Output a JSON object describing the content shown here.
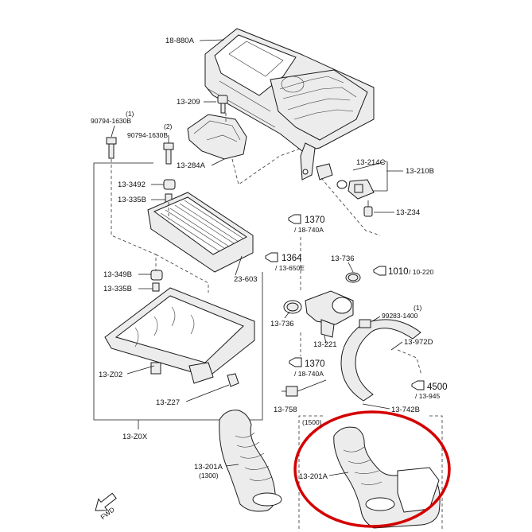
{
  "labels": {
    "p18880a": "18-880A",
    "p13209": "13-209",
    "p90794_1_qty": "(1)",
    "p90794_1": "90794-1630B",
    "p90794_2_qty": "(2)",
    "p90794_2": "90794-1630B",
    "p13284a": "13-284A",
    "p13214c": "13-214C",
    "p13210b": "13-210B",
    "p13z34": "13-Z34",
    "p133492": "13-3492",
    "p13335b_a": "13-335B",
    "ref1370a": "1370",
    "ref18740a_a": "/ 18-740A",
    "ref1364": "1364",
    "ref13650e": "/ 13-650E",
    "p13736_a": "13-736",
    "ref1010": "1010",
    "ref10220": "/ 10-220",
    "p23603": "23-603",
    "p13349b": "13-349B",
    "p13335b_b": "13-335B",
    "p13736_b": "13-736",
    "p99283_qty": "(1)",
    "p99283": "99283-1400",
    "p13221": "13-221",
    "p13972d": "13-972D",
    "ref1370b": "1370",
    "ref18740a_b": "/ 18-740A",
    "ref4500": "4500",
    "ref13945": "/ 13-945",
    "p13z02": "13-Z02",
    "p13z27": "13-Z27",
    "p13758": "13-758",
    "p13742b": "13-742B",
    "p13z0x": "13-Z0X",
    "p1500": "(1500)",
    "p13201a_a": "13-201A",
    "p1300": "(1300)",
    "p13201a_b": "13-201A",
    "fwd": "FWD"
  },
  "colors": {
    "line": "#1a1a1a",
    "highlight": "#d40000",
    "fill": "#ececec"
  },
  "icons": [
    "reference-arrow-icon",
    "fwd-arrow-icon"
  ]
}
